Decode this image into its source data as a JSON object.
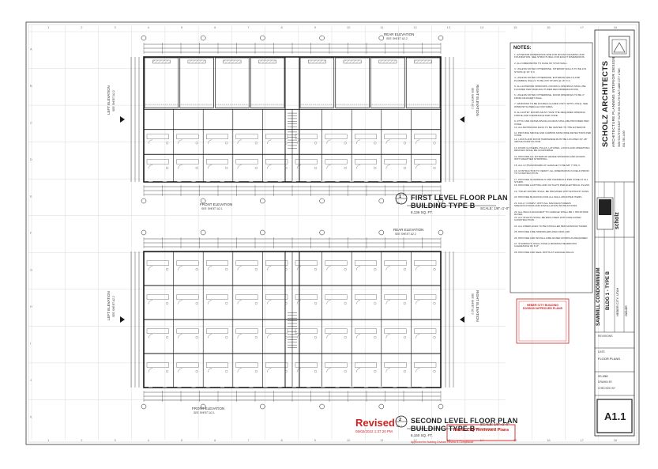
{
  "sheet": {
    "grid_cols_top": [
      "1",
      "2",
      "3",
      "4",
      "5",
      "6",
      "7",
      "8",
      "9",
      "10",
      "11",
      "12",
      "13",
      "14",
      "15",
      "16",
      "17",
      "18"
    ],
    "grid_rows_left": [
      "A",
      "B",
      "C",
      "D",
      "E",
      "F",
      "G",
      "H",
      "I",
      "J",
      "K"
    ],
    "colors": {
      "line": "#1a1a1a",
      "stamp_red": "#d02020",
      "grid": "#c8c8c8"
    }
  },
  "plan1": {
    "number": "1",
    "ref": "A1.1",
    "title": "FIRST LEVEL FLOOR PLAN",
    "subtitle": "BUILDING TYPE B",
    "area": "8,136 SQ. FT.",
    "scale": "SCALE: 1/8\"=1'-0\"",
    "rear_elev": "REAR ELEVATION",
    "rear_ref": "SEE SHEET A2.2",
    "front_elev": "FRONT ELEVATION",
    "front_ref": "SEE SHEET A2.1",
    "left_elev": "LEFT ELEVATION",
    "left_ref": "SEE SHEET A2.2",
    "right_elev": "RIGHT ELEVATION",
    "right_ref": "SEE SHEET A2.2"
  },
  "plan2": {
    "number": "2",
    "ref": "A1.1",
    "title": "SECOND LEVEL FLOOR PLAN",
    "subtitle": "BUILDING TYPE B",
    "area": "8,160 SQ. FT.",
    "scale": "SCALE: 1/8\"=1'-0\"",
    "rear_elev": "REAR ELEVATION",
    "rear_ref": "SEE SHEET A2.2",
    "front_elev": "FRONT ELEVATION",
    "front_ref": "SEE SHEET A2.1",
    "left_elev": "LEFT ELEVATION",
    "left_ref": "SEE SHEET A2.2",
    "right_elev": "RIGHT ELEVATION",
    "right_ref": "SEE SHEET A2.2"
  },
  "notes": {
    "heading": "NOTES:",
    "items": [
      "1. EXTERIOR DIMENSIONS ARE FOR ROUGH FRAMING AND FOUNDATION. SEE STRUCTURAL FOR EXACT DIMENSIONS.",
      "2. ALL DIMENSIONS TO FACE OF STUD WALL.",
      "3. UNLESS NOTED OTHERWISE, INTERIOR WALLS TO BE 2X4 STUDS @ 16\" O.C.",
      "4. UNLESS NOTED OTHERWISE, EXTERIOR WALLS AND PLUMBING WALLS TO BE 2X6 STUDS @ 16\" O.C.",
      "5. ALL EXTERIOR WINDOWS, DOORS & OPENINGS SHALL BE FLASHED PER MANUFACTURER RECOMMENDATIONS.",
      "6. UNLESS NOTED OTHERWISE, DOOR OPENINGS TO BE 4\" FROM ADJACENT WALL.",
      "7. WINDOWS TO BE DOUBLE GLAZED VINYL WITH LOW-E. SEE WINDOW SCHEDULE FOR SIZES.",
      "8. ALL ENTRY DOORS MUST HAVE THE REQUIRED OPENING FORCE AND CLEARANCE PER CODE.",
      "9. ATTIC AND CRAWLSPACE ACCESS SHALL BE PROVIDED PER CODE.",
      "10. ALL BATHROOM FANS TO BE VENTED TO THE EXTERIOR.",
      "11. PROVIDE SMOKE AND CARBON MONOXIDE DETECTORS PER CODE.",
      "12. LOCKS AND DOOR HARDWARE MUST BE LOCATED 34\"-48\" ABOVE FINISH FLOOR.",
      "13. DOOR CLOSERS, PULLS, LATCHES, LOCKS AND OPERATING DEVICES SHALL BE ACCESSIBLE.",
      "14. PROVIDE ALL EXTERIOR GRADE WINDOWS AND DOORS WITH WEATHER STRIPPING.",
      "15. ALL GYPSUM BOARD AT GARAGE TO BE 5/8\" TYPE X.",
      "16. CONTRACTOR TO VERIFY ALL DIMENSIONS IN FIELD PRIOR TO CONSTRUCTION.",
      "17. PROVIDE GUARDRAILS AND HANDRAILS PER CODE AT ALL STAIRS.",
      "18. PROVIDE LIGHTING AND OUTLETS PER ELECTRICAL PLANS.",
      "19. TOILET ROOMS SHALL BE PROVIDED WITH EXHAUST FANS.",
      "20. PROVIDE BLOCKING FOR ALL WALL MOUNTED ITEMS.",
      "21. FULLY COMPLY WITH ALL MANUFACTURERS SPECIFICATIONS AND INSTALLATION INSTRUCTIONS.",
      "22. ALL WALLS ADJACENT TO GARAGE SHALL BE 1 HOUR FIRE RATED.",
      "23. ALL SHAFTS SHALL BE ENCLOSED WITH FIRE RATED CONSTRUCTION.",
      "24. ALL FIREPLACES TO BE INSTALLED PER MANUFACTURER.",
      "25. PROVIDE FIRE SPRINKLERS PER NFPA 13R.",
      "26. PROVIDE AND INSTALL FIRE RATED DOORS AS REQUIRED.",
      "27. STAIRWAYS SHALL HAVE A MINIMUM HEADROOM CLEARANCE OF 6'-8\".",
      "28. PROVIDE AND SEAL PATHS AT GARAGE WALLS."
    ]
  },
  "title_block": {
    "firm": "SCHOLZ ARCHITECTS",
    "disciplines": "ARCHITECTURE   PLANNING   INTERIOR DESIGN",
    "address": "3636 SOUTH 90 EAST SUITE 400 SOUTH SALT LAKE CITY UTAH",
    "phone": "801-799-1400",
    "logo_text": "scholz",
    "project": "SAWMILL CONDOMINIUM",
    "building": "BLDG 1 - TYPE B",
    "location": "HEBER CITY, UTAH",
    "client_label": "OWNER",
    "revisions_label": "REVISIONS",
    "date_label": "DATE",
    "sheet_title": "FLOOR PLANS",
    "job_no": "20-056",
    "drawn_label": "DRAWN BY",
    "checked_label": "CHECKED BY",
    "sheet_number": "A1.1"
  },
  "stamps": {
    "revised": "Revised",
    "revised_date": "05/02/2022   1:37:20 PM",
    "revised_note": "Approved for Building Division Review & Compliance",
    "heber": "Heber City Reviewed Plans",
    "approval_box": "HEBER CITY BUILDING DIVISION APPROVED PLANS"
  }
}
